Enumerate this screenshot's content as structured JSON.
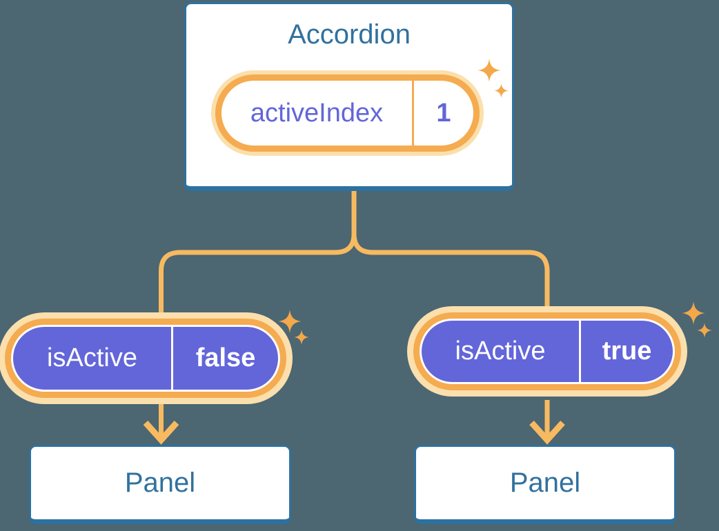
{
  "diagram": {
    "root": {
      "title": "Accordion",
      "state": {
        "name": "activeIndex",
        "value": "1"
      }
    },
    "children": [
      {
        "prop": {
          "name": "isActive",
          "value": "false"
        },
        "panel": {
          "title": "Panel"
        }
      },
      {
        "prop": {
          "name": "isActive",
          "value": "true"
        },
        "panel": {
          "title": "Panel"
        }
      }
    ]
  },
  "colors": {
    "bg": "#4c6672",
    "blueborder": "#2e719f",
    "bluetext": "#31719e",
    "purple": "#6366d9",
    "orange": "#f5ab4f",
    "peach": "#fbdfac",
    "line": "#f7ba60",
    "sparkle": "#f3a84a"
  }
}
